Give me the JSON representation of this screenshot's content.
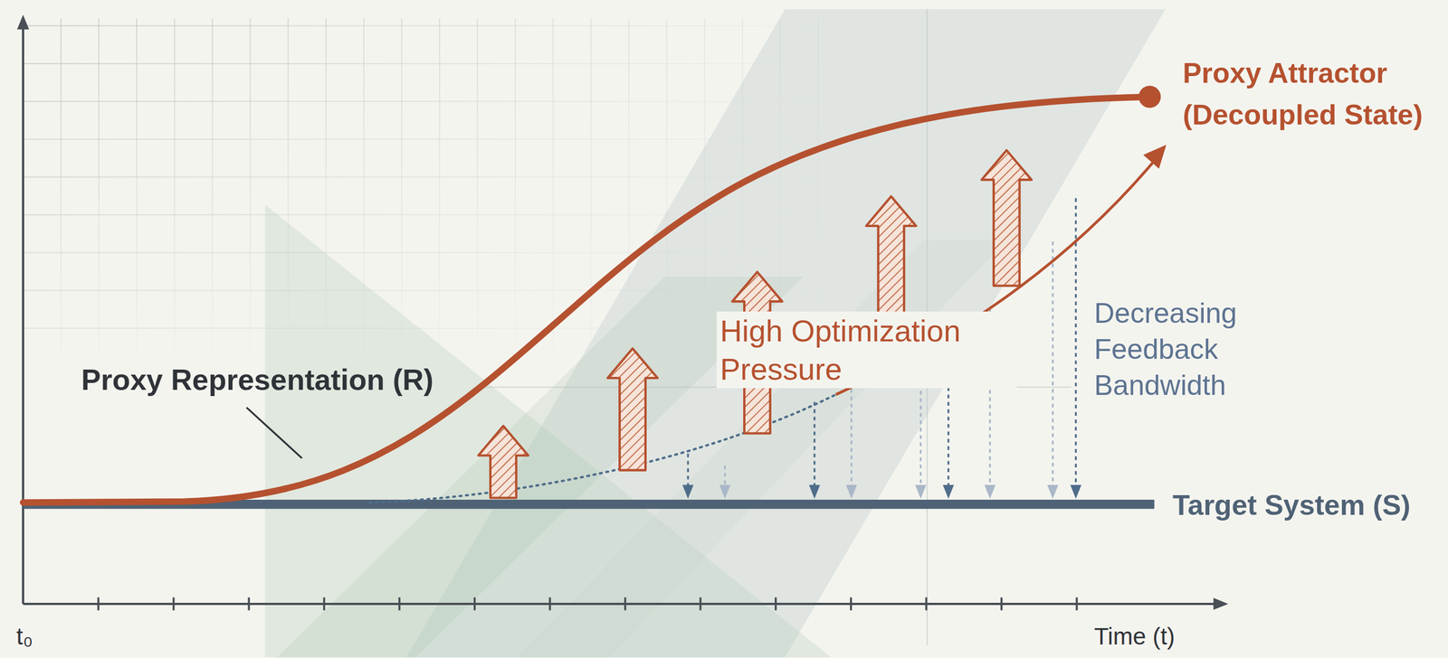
{
  "diagram": {
    "labels": [
      "Proxy Attractor (Decoupled State)",
      "Proxy Representation (R)",
      "High Optimization Pressure",
      "Decreasing Feedback Bandwidth",
      "Target System (S)",
      "t₀",
      "Time (t)"
    ]
  }
}
